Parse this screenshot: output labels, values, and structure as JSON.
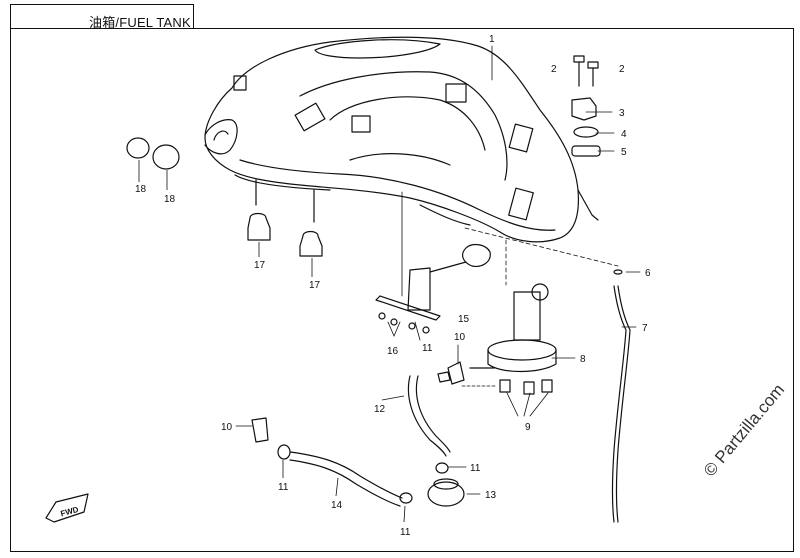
{
  "title": "油箱/FUEL TANK",
  "watermark": "© Partzilla.com",
  "fwd_label": "FWD",
  "callouts": {
    "c1": "1",
    "c2a": "2",
    "c2b": "2",
    "c3": "3",
    "c4": "4",
    "c5": "5",
    "c6": "6",
    "c7": "7",
    "c8": "8",
    "c9": "9",
    "c10a": "10",
    "c10b": "10",
    "c11a": "11",
    "c11b": "11",
    "c11c": "11",
    "c11d": "11",
    "c12": "12",
    "c13": "13",
    "c14": "14",
    "c15": "15",
    "c16": "16",
    "c17a": "17",
    "c17b": "17",
    "c18a": "18",
    "c18b": "18"
  }
}
